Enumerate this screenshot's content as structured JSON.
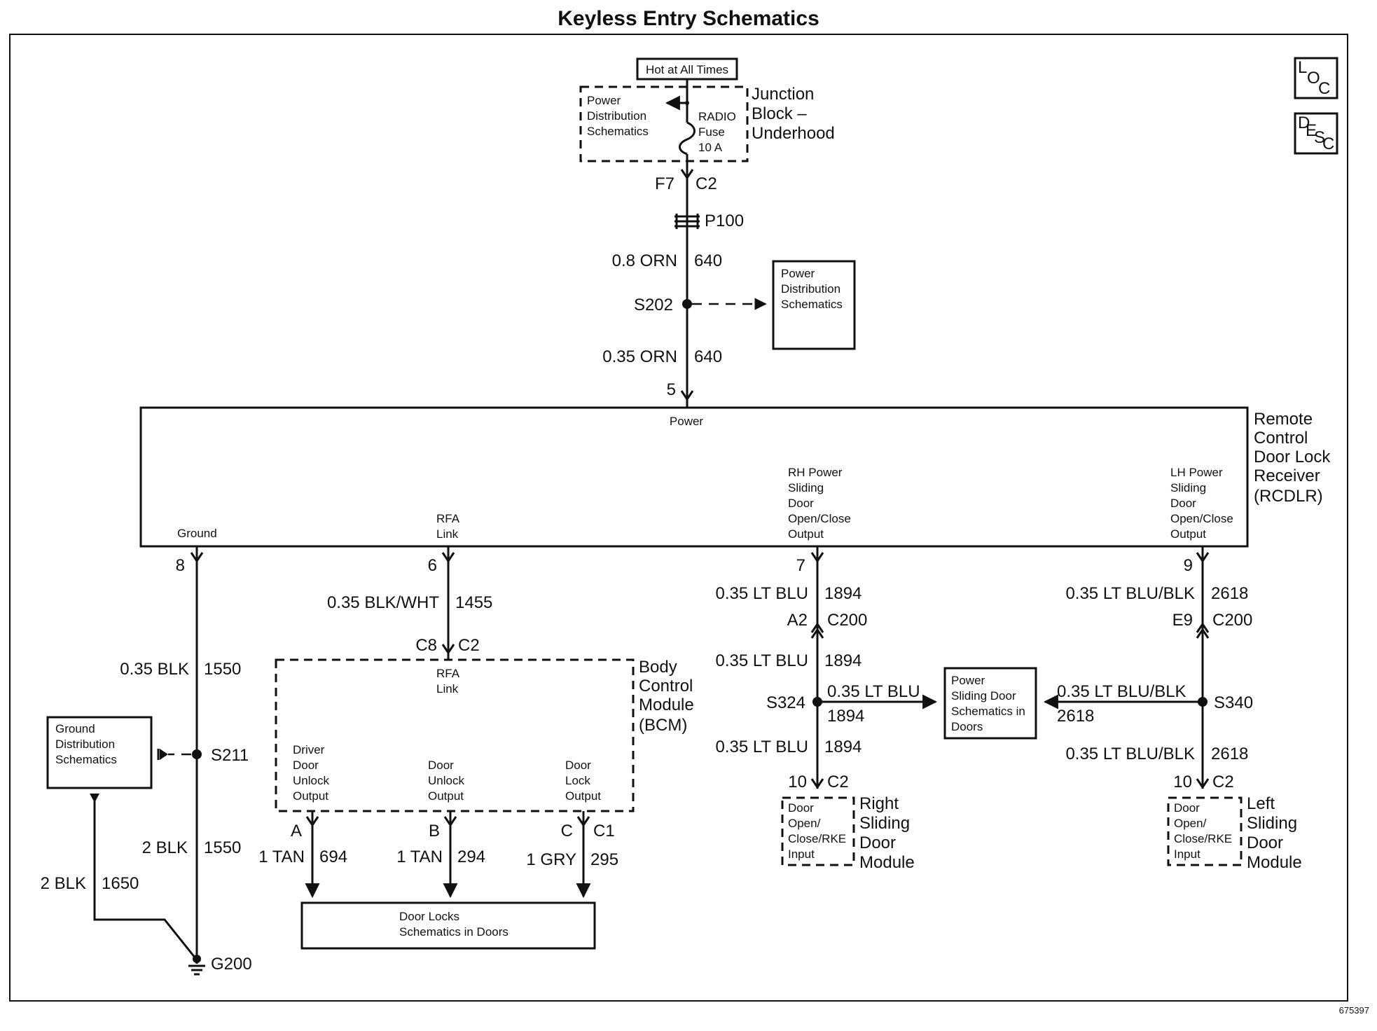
{
  "title": "Keyless Entry Schematics",
  "figure_id": "675397",
  "nav_icons": {
    "loc": {
      "l": "L",
      "o": "O",
      "c": "C"
    },
    "desc": {
      "d": "D",
      "e": "E",
      "s": "S",
      "c": "C"
    }
  },
  "junction_block": {
    "hot_label": "Hot at All Times",
    "ref_lines": [
      "Power",
      "Distribution",
      "Schematics"
    ],
    "fuse_lines": [
      "RADIO",
      "Fuse",
      "10 A"
    ],
    "name_lines": [
      "Junction",
      "Block –",
      "Underhood"
    ],
    "pin": "F7",
    "connector": "C2"
  },
  "power_feed": {
    "inline_connector": "P100",
    "wire1_gauge": "0.8 ORN",
    "wire1_circuit": "640",
    "splice": "S202",
    "splice_ref_lines": [
      "Power",
      "Distribution",
      "Schematics"
    ],
    "wire2_gauge": "0.35 ORN",
    "wire2_circuit": "640",
    "pin": "5"
  },
  "rcdlr": {
    "name_lines": [
      "Remote",
      "Control",
      "Door Lock",
      "Receiver",
      "(RCDLR)"
    ],
    "power_label": "Power",
    "ground_label": "Ground",
    "rfa_lines": [
      "RFA",
      "Link"
    ],
    "rh_lines": [
      "RH Power",
      "Sliding",
      "Door",
      "Open/Close",
      "Output"
    ],
    "lh_lines": [
      "LH Power",
      "Sliding",
      "Door",
      "Open/Close",
      "Output"
    ]
  },
  "ground_circuit": {
    "pin": "8",
    "wire1_gauge": "0.35 BLK",
    "wire1_circuit": "1550",
    "splice": "S211",
    "ref_lines": [
      "Ground",
      "Distribution",
      "Schematics"
    ],
    "wire2_gauge": "2 BLK",
    "wire2_circuit": "1550",
    "wire3_gauge": "2 BLK",
    "wire3_circuit": "1650",
    "ground": "G200"
  },
  "rfa_circuit": {
    "pin": "6",
    "gauge": "0.35 BLK/WHT",
    "circuit": "1455",
    "bcm_pin": "C8",
    "bcm_connector": "C2"
  },
  "bcm": {
    "name_lines": [
      "Body",
      "Control",
      "Module",
      "(BCM)"
    ],
    "rfa_lines": [
      "RFA",
      "Link"
    ],
    "out1_lines": [
      "Driver",
      "Door",
      "Unlock",
      "Output"
    ],
    "out2_lines": [
      "Door",
      "Unlock",
      "Output"
    ],
    "out3_lines": [
      "Door",
      "Lock",
      "Output"
    ],
    "pin_a": "A",
    "pin_b": "B",
    "pin_c": "C",
    "connector": "C1",
    "wire_a_gauge": "1 TAN",
    "wire_a_circuit": "694",
    "wire_b_gauge": "1 TAN",
    "wire_b_circuit": "294",
    "wire_c_gauge": "1 GRY",
    "wire_c_circuit": "295",
    "door_locks_lines": [
      "Door Locks",
      "Schematics in Doors"
    ]
  },
  "rh_circuit": {
    "pin": "7",
    "gauge": "0.35 LT BLU",
    "circuit": "1894",
    "inline_pin": "A2",
    "inline_connector": "C200",
    "gauge2": "0.35 LT BLU",
    "circuit2": "1894",
    "splice": "S324",
    "branch_gauge": "0.35 LT BLU",
    "branch_circuit": "1894",
    "gauge3": "0.35 LT BLU",
    "circuit3": "1894",
    "module_pin": "10",
    "module_connector": "C2",
    "input_lines": [
      "Door",
      "Open/",
      "Close/RKE",
      "Input"
    ],
    "module_lines": [
      "Right",
      "Sliding",
      "Door",
      "Module"
    ]
  },
  "sliding_ref_lines": [
    "Power",
    "Sliding Door",
    "Schematics in",
    "Doors"
  ],
  "lh_circuit": {
    "pin": "9",
    "gauge": "0.35 LT BLU/BLK",
    "circuit": "2618",
    "inline_pin": "E9",
    "inline_connector": "C200",
    "splice": "S340",
    "branch_gauge": "0.35 LT BLU/BLK",
    "branch_circuit": "2618",
    "gauge3": "0.35 LT BLU/BLK",
    "circuit3": "2618",
    "module_pin": "10",
    "module_connector": "C2",
    "input_lines": [
      "Door",
      "Open/",
      "Close/RKE",
      "Input"
    ],
    "module_lines": [
      "Left",
      "Sliding",
      "Door",
      "Module"
    ]
  }
}
